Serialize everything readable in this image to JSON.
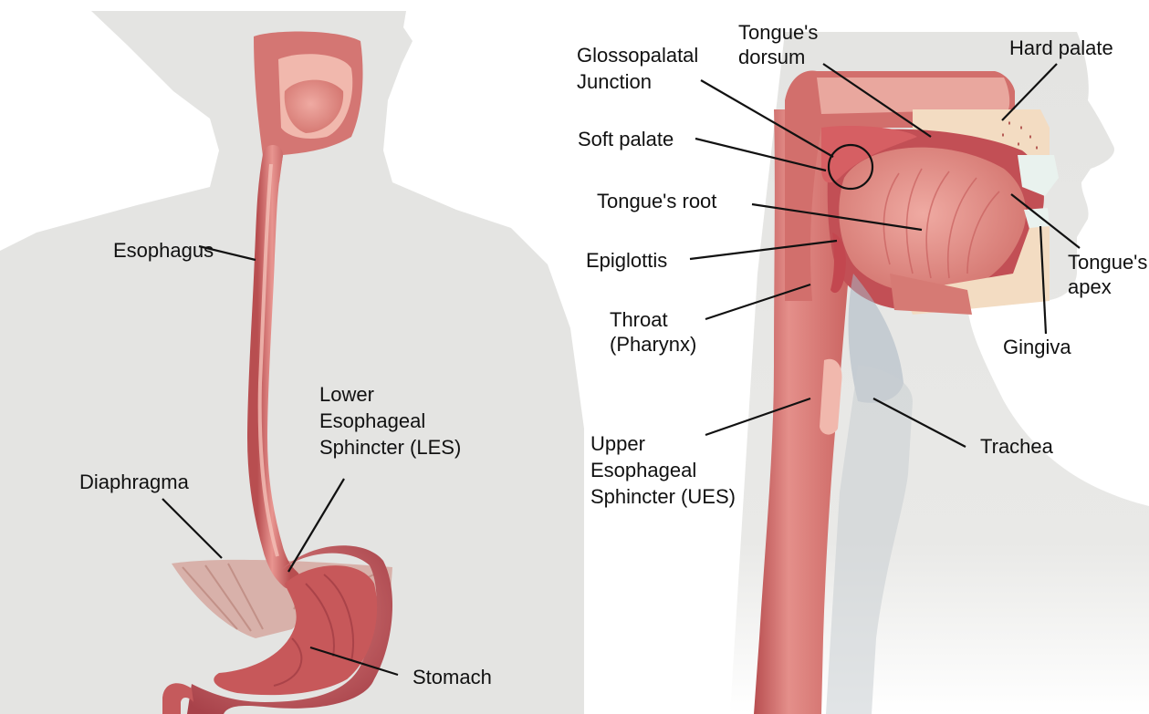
{
  "colors": {
    "silhouette": "#e4e4e2",
    "tissue": "#d97a78",
    "tissue_dark": "#b84e50",
    "tissue_light": "#f0b2a8",
    "bone": "#f3dcc2",
    "teeth": "#e9f2ee",
    "text": "#111111"
  },
  "left_panel": {
    "labels": {
      "esophagus": "Esophagus",
      "les_line1": "Lower",
      "les_line2": "Esophageal",
      "les_line3": "Sphincter (LES)",
      "diaphragma": "Diaphragma",
      "stomach": "Stomach"
    }
  },
  "right_panel": {
    "labels": {
      "glossopalatal_line1": "Glossopalatal",
      "glossopalatal_line2": "Junction",
      "tongue_dorsum_line1": "Tongue's",
      "tongue_dorsum_line2": "dorsum",
      "hard_palate": "Hard palate",
      "soft_palate": "Soft palate",
      "tongue_root": "Tongue's root",
      "epiglottis": "Epiglottis",
      "tongue_apex_line1": "Tongue's",
      "tongue_apex_line2": "apex",
      "throat_line1": "Throat",
      "throat_line2": "(Pharynx)",
      "gingiva": "Gingiva",
      "ues_line1": "Upper",
      "ues_line2": "Esophageal",
      "ues_line3": "Sphincter (UES)",
      "trachea": "Trachea"
    }
  }
}
